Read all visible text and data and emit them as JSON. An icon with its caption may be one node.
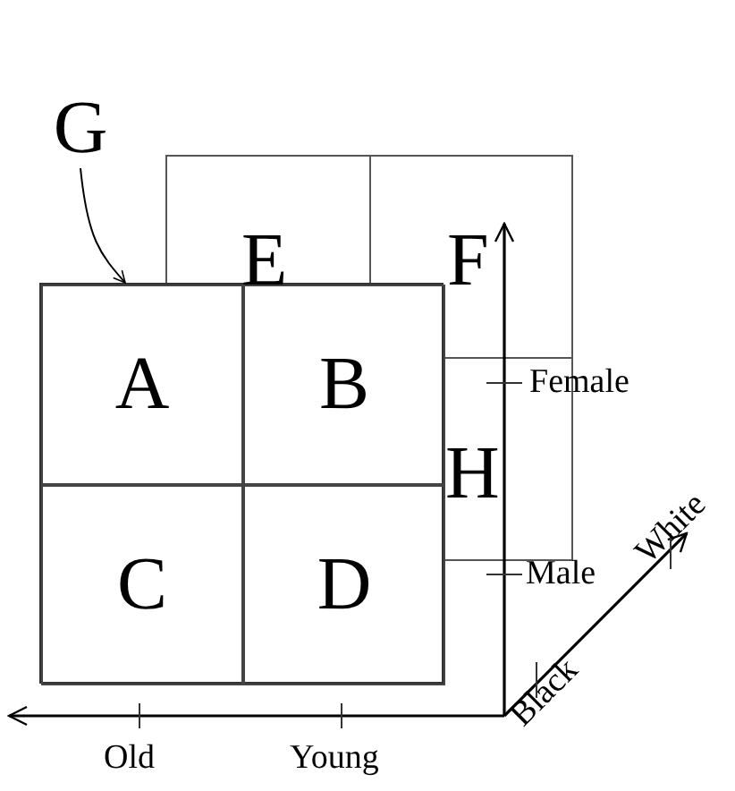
{
  "diagram": {
    "nodes": [
      {
        "text": [
          "G"
        ]
      },
      {
        "text": [],
        "shape": "box"
      },
      {
        "text": [
          "A"
        ],
        "in": 1
      },
      {
        "text": [
          "B"
        ],
        "in": 1
      },
      {
        "text": [
          "C"
        ],
        "in": 1
      },
      {
        "text": [
          "D"
        ],
        "in": 1
      }
    ],
    "edges": [
      {
        "from": 0,
        "to": 1,
        "arrow": "to"
      }
    ],
    "labels": [
      "E",
      "F",
      "Female",
      "H",
      "Male",
      "Old",
      "Young",
      "Black",
      "White"
    ]
  }
}
